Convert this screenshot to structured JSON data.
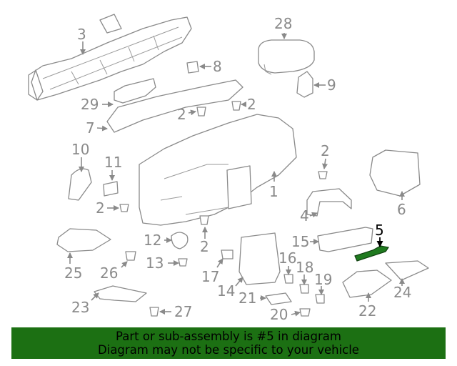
{
  "diagram": {
    "highlight_color": "#1f7a1f",
    "line_color": "#8a8a8a",
    "callouts": {
      "n1": "1",
      "n2a": "2",
      "n2b": "2",
      "n2c": "2",
      "n2d": "2",
      "n2e": "2",
      "n3": "3",
      "n4": "4",
      "n5": "5",
      "n6": "6",
      "n7": "7",
      "n8": "8",
      "n9": "9",
      "n10": "10",
      "n11": "11",
      "n12": "12",
      "n13": "13",
      "n14": "14",
      "n15": "15",
      "n16": "16",
      "n17": "17",
      "n18": "18",
      "n19": "19",
      "n20": "20",
      "n21": "21",
      "n22": "22",
      "n23": "23",
      "n24": "24",
      "n25": "25",
      "n26": "26",
      "n27": "27",
      "n28": "28",
      "n29": "29"
    }
  },
  "banner": {
    "background": "#1c7013",
    "line1": "Part or sub-assembly is #5 in diagram",
    "line2": "Diagram may not be specific to your vehicle"
  }
}
